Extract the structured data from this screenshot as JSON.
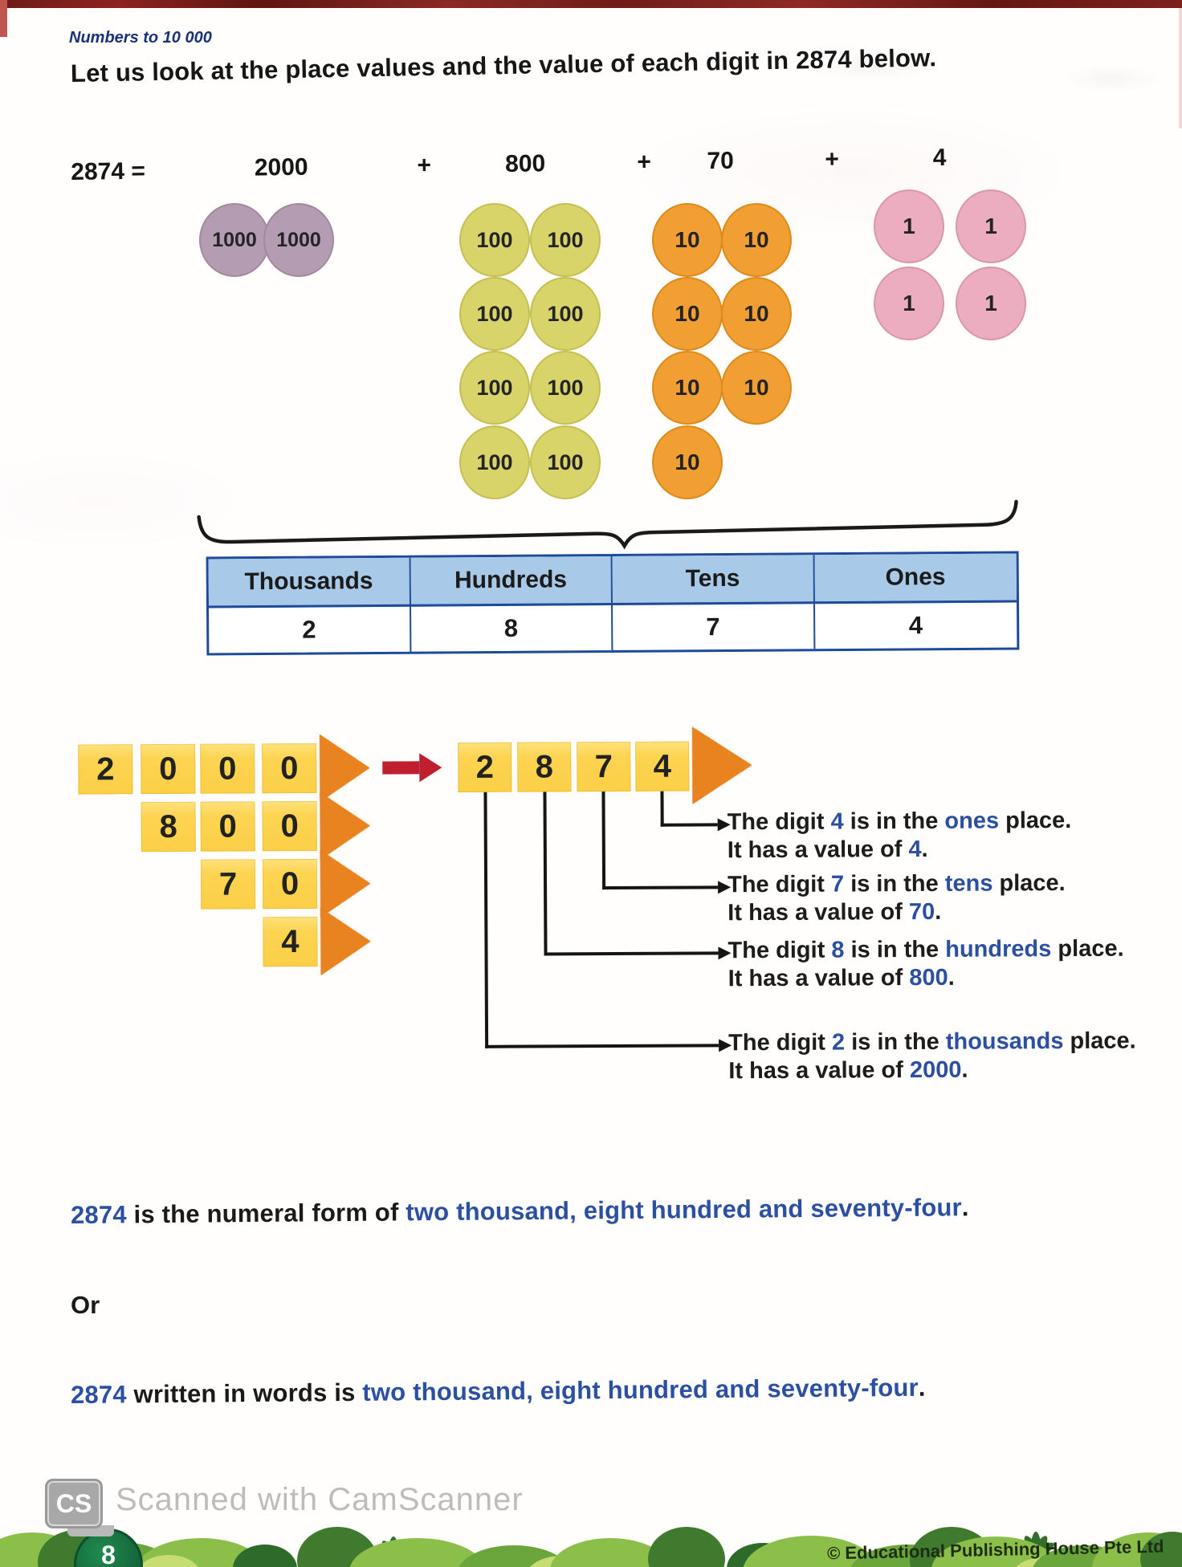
{
  "page": {
    "header_label": "Numbers to 10 000",
    "intro_text": "Let us look at the place values and the value of each digit in 2874 below.",
    "page_number": "8",
    "copyright": "© Educational Publishing House Pte Ltd"
  },
  "equation": {
    "lhs": "2874 =",
    "plus": "+",
    "terms": [
      "2000",
      "800",
      "70",
      "4"
    ]
  },
  "discs": {
    "thousand": {
      "label": "1000",
      "count": 2,
      "fill": "#b49cb2"
    },
    "hundred": {
      "label": "100",
      "count": 8,
      "fill": "#d9d46a"
    },
    "ten": {
      "label": "10",
      "count": 7,
      "fill": "#f19f33"
    },
    "one": {
      "label": "1",
      "count": 4,
      "fill": "#ecadc0"
    }
  },
  "place_value_table": {
    "headers": [
      "Thousands",
      "Hundreds",
      "Tens",
      "Ones"
    ],
    "values": [
      "2",
      "8",
      "7",
      "4"
    ],
    "header_bg": "#a9c9e9",
    "border_color": "#1d4b9a"
  },
  "expansion": {
    "rows": [
      [
        "2",
        "0",
        "0",
        "0"
      ],
      [
        "8",
        "0",
        "0"
      ],
      [
        "7",
        "0"
      ],
      [
        "4"
      ]
    ],
    "result": [
      "2",
      "8",
      "7",
      "4"
    ]
  },
  "annotations": [
    {
      "lead": "The digit ",
      "digit": "4",
      "mid": " is in the ",
      "place": "ones",
      "tail": " place.",
      "lead2": "It has a value of ",
      "value": "4",
      "tail2": "."
    },
    {
      "lead": "The digit ",
      "digit": "7",
      "mid": " is in the ",
      "place": "tens",
      "tail": " place.",
      "lead2": "It has a value of ",
      "value": "70",
      "tail2": "."
    },
    {
      "lead": "The digit ",
      "digit": "8",
      "mid": " is in the ",
      "place": "hundreds",
      "tail": " place.",
      "lead2": "It has a value of ",
      "value": "800",
      "tail2": "."
    },
    {
      "lead": "The digit ",
      "digit": "2",
      "mid": " is in the ",
      "place": "thousands",
      "tail": " place.",
      "lead2": "It has a value of ",
      "value": "2000",
      "tail2": "."
    }
  ],
  "summary": {
    "numeral": {
      "number": "2874",
      "middle": " is the numeral form of ",
      "words": "two thousand, eight hundred and seventy-four",
      "end": "."
    },
    "or_label": "Or",
    "in_words": {
      "number": "2874",
      "middle": " written in words is ",
      "words": "two thousand, eight hundred and seventy-four",
      "end": "."
    }
  },
  "watermark": {
    "logo": "CS",
    "text": "Scanned with CamScanner"
  }
}
